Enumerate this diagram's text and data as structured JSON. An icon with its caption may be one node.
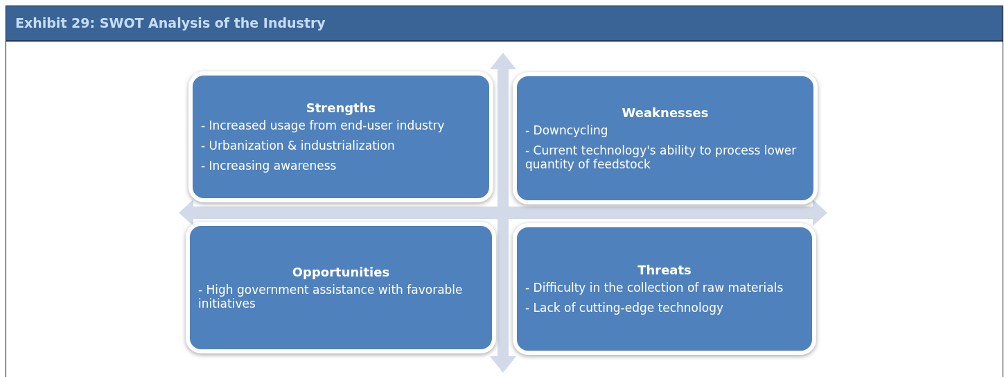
{
  "diagram": {
    "title": "Exhibit 29: SWOT Analysis of the Industry",
    "nodes": [
      {
        "text": [
          "Strengths",
          "- Increased usage from end-user industry",
          "- Urbanization & industrialization",
          "- Increasing awareness"
        ]
      },
      {
        "text": [
          "Weaknesses",
          "- Downcycling",
          "- Current technology's ability to process lower quantity of feedstock"
        ]
      },
      {
        "text": [
          "Opportunities",
          "- High government assistance with favorable initiatives"
        ]
      },
      {
        "text": [
          "Threats",
          "- Difficulty in the collection of raw materials",
          "- Lack of cutting-edge technology"
        ]
      }
    ]
  }
}
